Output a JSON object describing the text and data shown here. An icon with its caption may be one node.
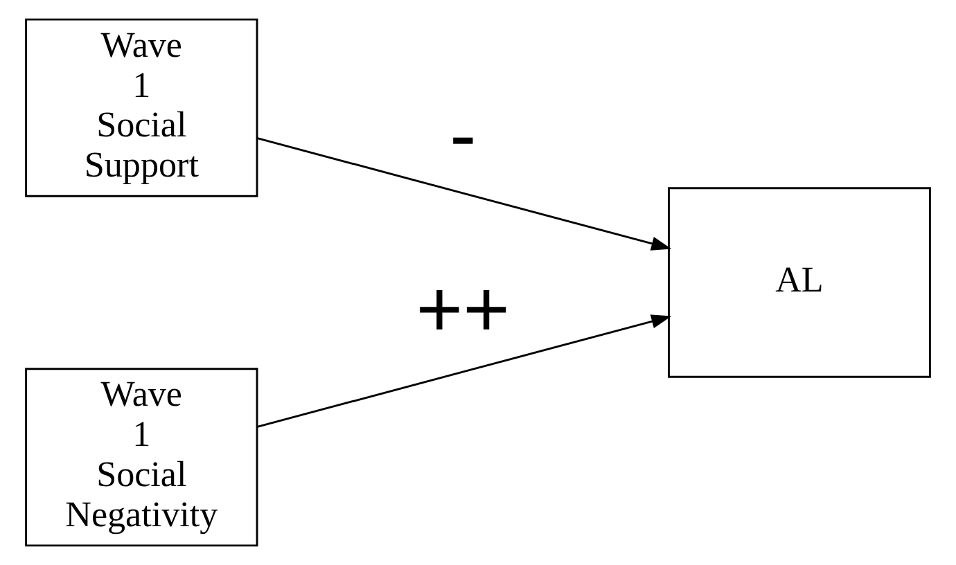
{
  "diagram": {
    "nodes": [
      {
        "text": [
          "Wave 1 Social Support"
        ]
      },
      {
        "text": [
          "Wave 1 Social Negativity"
        ]
      },
      {
        "text": [
          "AL"
        ]
      }
    ],
    "edges": [
      {
        "from": 0,
        "to": 2,
        "arrow": "to",
        "label": "-"
      },
      {
        "from": 1,
        "to": 2,
        "arrow": "to",
        "label": "++"
      }
    ]
  }
}
